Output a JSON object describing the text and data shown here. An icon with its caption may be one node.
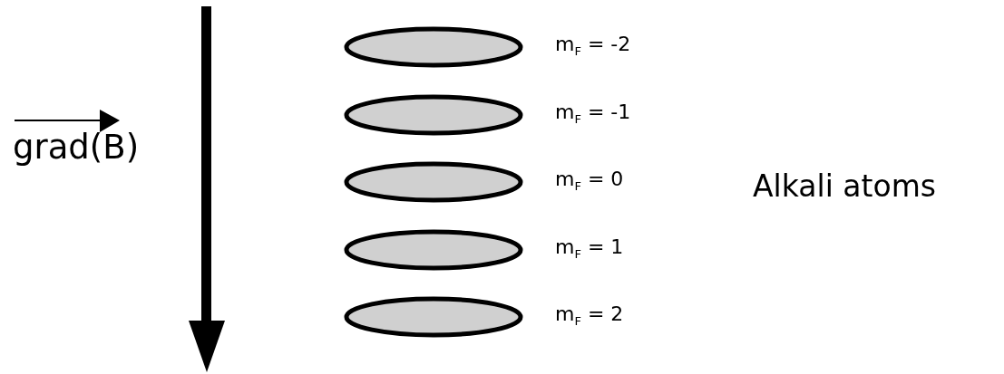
{
  "diagram": {
    "nodes": [
      {
        "text": [],
        "shape": "ellipse",
        "beside": [
          "m$_{F}$ = -2"
        ]
      },
      {
        "text": [],
        "shape": "ellipse",
        "beside": [
          "m$_{F}$ = -1"
        ]
      },
      {
        "text": [],
        "shape": "ellipse",
        "beside": [
          "m$_{F}$ = 0"
        ]
      },
      {
        "text": [],
        "shape": "ellipse",
        "beside": [
          "m$_{F}$ = 1"
        ]
      },
      {
        "text": [],
        "shape": "ellipse",
        "beside": [
          "m$_{F}$ = 2"
        ]
      }
    ],
    "labels": [
      "grad(B)",
      "Alkali atoms"
    ]
  }
}
